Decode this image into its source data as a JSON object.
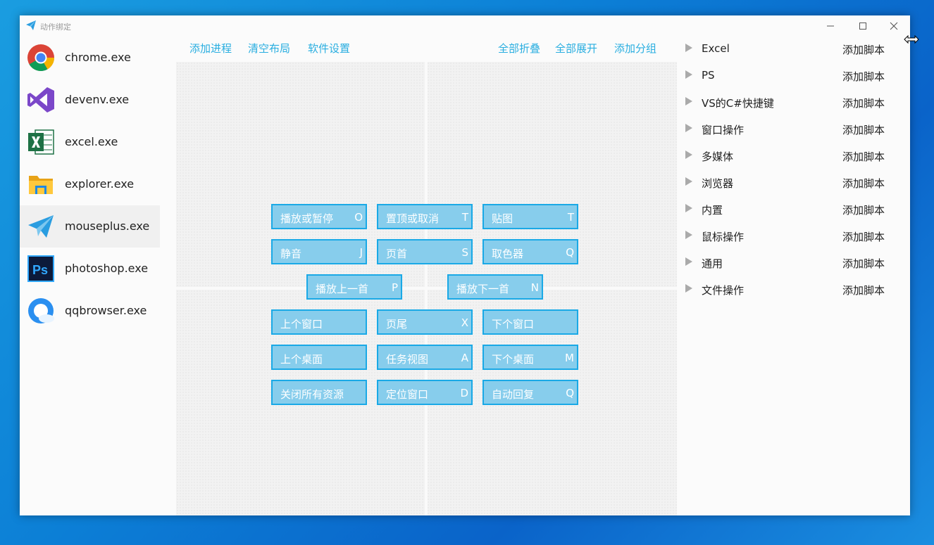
{
  "window": {
    "title": "动作绑定"
  },
  "processes": [
    {
      "name": "chrome.exe",
      "icon": "chrome-icon"
    },
    {
      "name": "devenv.exe",
      "icon": "visual-studio-icon"
    },
    {
      "name": "excel.exe",
      "icon": "excel-icon"
    },
    {
      "name": "explorer.exe",
      "icon": "folder-icon"
    },
    {
      "name": "mouseplus.exe",
      "icon": "paper-plane-icon",
      "selected": true
    },
    {
      "name": "photoshop.exe",
      "icon": "photoshop-icon"
    },
    {
      "name": "qqbrowser.exe",
      "icon": "qqbrowser-icon"
    }
  ],
  "toolbar": {
    "add_process": "添加进程",
    "clear_layout": "清空布局",
    "settings": "软件设置",
    "collapse_all": "全部折叠",
    "expand_all": "全部展开",
    "add_group": "添加分组"
  },
  "actions": [
    {
      "label": "播放或暂停",
      "key": "O"
    },
    {
      "label": "置顶或取消",
      "key": "T"
    },
    {
      "label": "贴图",
      "key": "T"
    },
    {
      "label": "静音",
      "key": "J"
    },
    {
      "label": "页首",
      "key": "S"
    },
    {
      "label": "取色器",
      "key": "Q"
    },
    {
      "label": "播放上一首",
      "key": "P"
    },
    {
      "label": "播放下一首",
      "key": "N"
    },
    {
      "label": "上个窗口",
      "key": ""
    },
    {
      "label": "页尾",
      "key": "X"
    },
    {
      "label": "下个窗口",
      "key": ""
    },
    {
      "label": "上个桌面",
      "key": ""
    },
    {
      "label": "任务视图",
      "key": "A"
    },
    {
      "label": "下个桌面",
      "key": "M"
    },
    {
      "label": "关闭所有资源",
      "key": ""
    },
    {
      "label": "定位窗口",
      "key": "D"
    },
    {
      "label": "自动回复",
      "key": "Q"
    }
  ],
  "groups": [
    {
      "name": "Excel",
      "add": "添加脚本"
    },
    {
      "name": "PS",
      "add": "添加脚本"
    },
    {
      "name": "VS的C#快捷键",
      "add": "添加脚本"
    },
    {
      "name": "窗口操作",
      "add": "添加脚本"
    },
    {
      "name": "多媒体",
      "add": "添加脚本"
    },
    {
      "name": "浏览器",
      "add": "添加脚本"
    },
    {
      "name": "内置",
      "add": "添加脚本"
    },
    {
      "name": "鼠标操作",
      "add": "添加脚本"
    },
    {
      "name": "通用",
      "add": "添加脚本"
    },
    {
      "name": "文件操作",
      "add": "添加脚本"
    }
  ],
  "colors": {
    "accent_link": "#29aee0",
    "action_fill": "#87cdec",
    "action_border": "#1aa9e6"
  }
}
